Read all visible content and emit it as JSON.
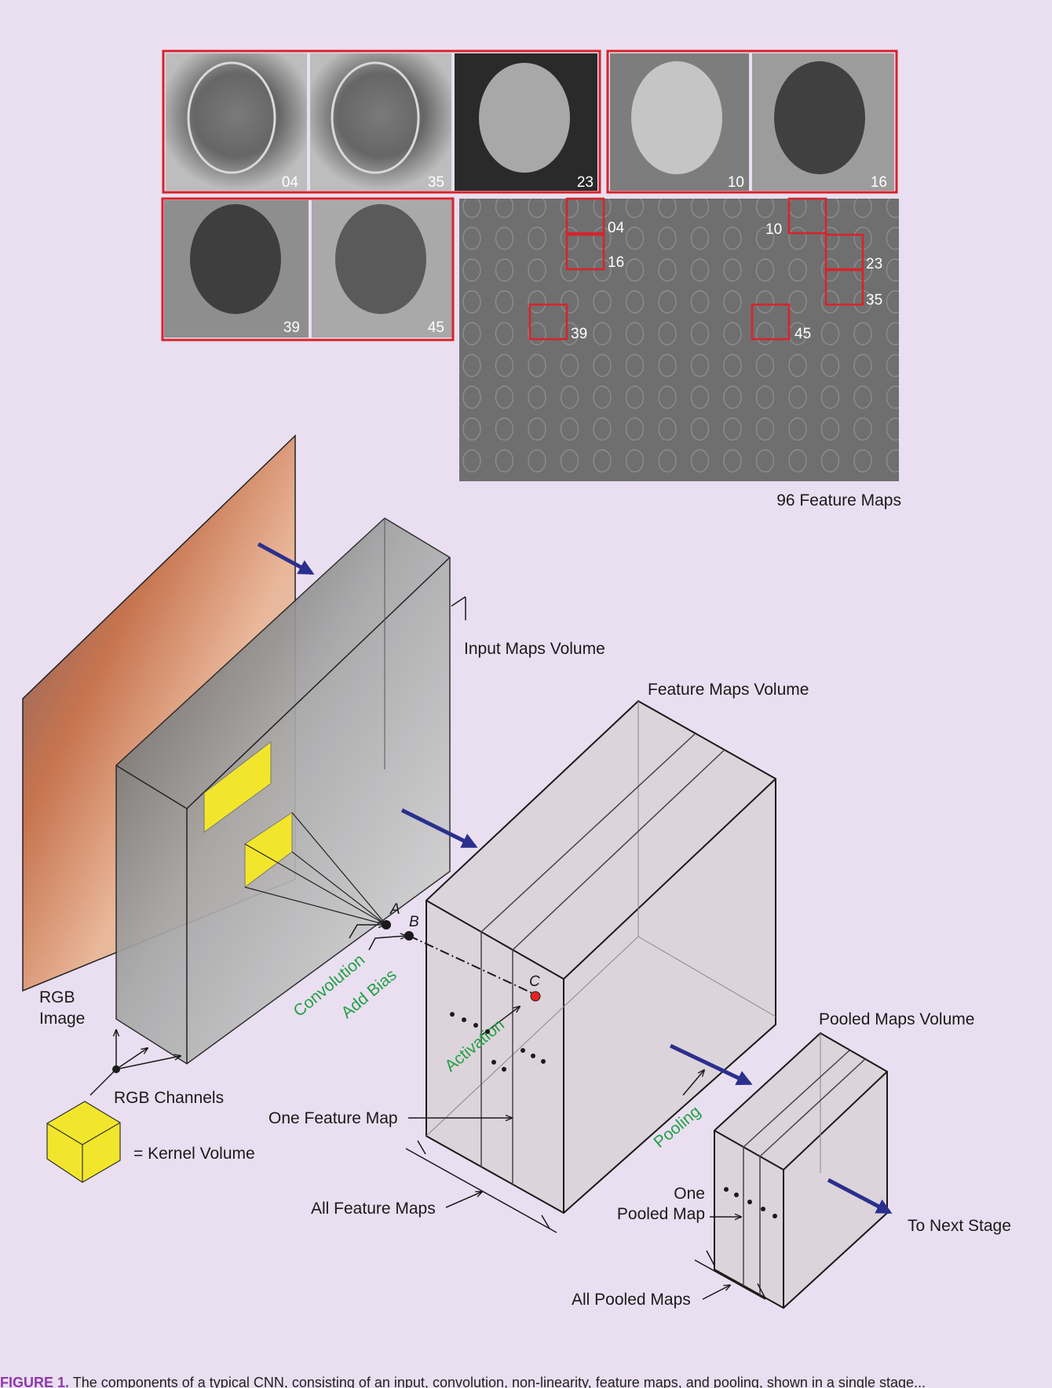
{
  "tiles_top": [
    "04",
    "35",
    "23",
    "10",
    "16"
  ],
  "tiles_mid": [
    "39",
    "45"
  ],
  "grid_marks": [
    "04",
    "16",
    "10",
    "23",
    "35",
    "39",
    "45"
  ],
  "labels": {
    "feature_maps_96": "96 Feature Maps",
    "input_maps_volume": "Input Maps Volume",
    "feature_maps_volume": "Feature Maps Volume",
    "pooled_maps_volume": "Pooled Maps Volume",
    "rgb_image_1": "RGB",
    "rgb_image_2": "Image",
    "rgb_channels": "RGB Channels",
    "kernel_volume": "= Kernel Volume",
    "one_feature_map": "One Feature Map",
    "all_feature_maps": "All Feature Maps",
    "one_pooled_map_1": "One",
    "one_pooled_map_2": "Pooled Map",
    "all_pooled_maps": "All Pooled Maps",
    "to_next_stage": "To Next Stage",
    "point_a": "A",
    "point_b": "B",
    "point_c": "C"
  },
  "operations": {
    "convolution": "Convolution",
    "add_bias": "Add Bias",
    "activation": "Activation",
    "pooling": "Pooling"
  },
  "caption": {
    "prefix": "FIGURE 1.",
    "text": "The components of a typical CNN, consisting of an input, convolution, non-linearity, feature maps, and pooling, shown in a single stage..."
  },
  "colors": {
    "background": "#e9dff0",
    "highlight_box": "#d8232a",
    "arrow": "#2a2f8e",
    "operation_text": "#22a045",
    "kernel": "#f2e62c",
    "point_c": "#e52323"
  }
}
